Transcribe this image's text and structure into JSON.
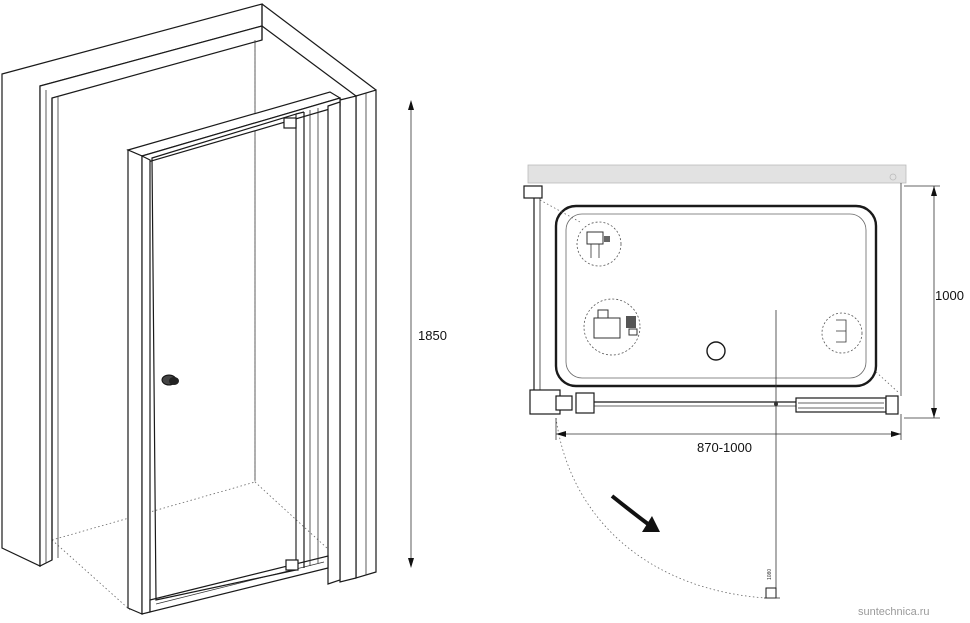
{
  "dimensions": {
    "height": "1850",
    "depth": "1000",
    "width": "870-1000"
  },
  "watermark": "suntechnica.ru",
  "pivot_mark": "1080"
}
